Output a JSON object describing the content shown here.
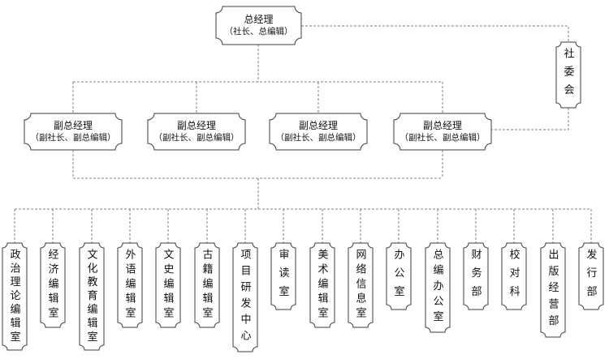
{
  "diagram": {
    "root": {
      "line1": "总经理",
      "line2": "（社长、总编辑）"
    },
    "committee": {
      "label": "社委会"
    },
    "deputies": [
      {
        "line1": "副总经理",
        "line2": "（副社长、副总编辑）"
      },
      {
        "line1": "副总经理",
        "line2": "（副社长、副总编辑）"
      },
      {
        "line1": "副总经理",
        "line2": "（副社长、副总编辑）"
      },
      {
        "line1": "副总经理",
        "line2": "（副社长、副总编辑）"
      }
    ],
    "departments": [
      {
        "label": "政治理论编辑室"
      },
      {
        "label": "经济编辑室"
      },
      {
        "label": "文化教育编辑室"
      },
      {
        "label": "外语编辑室"
      },
      {
        "label": "文史编辑室"
      },
      {
        "label": "古籍编辑室"
      },
      {
        "label": "项目研发中心"
      },
      {
        "label": "审读室"
      },
      {
        "label": "美术编辑室"
      },
      {
        "label": "网络信息室"
      },
      {
        "label": "办公室"
      },
      {
        "label": "总编办公室"
      },
      {
        "label": "财务部"
      },
      {
        "label": "校对科"
      },
      {
        "label": "出版经营部"
      },
      {
        "label": "发行部"
      }
    ],
    "colors": {
      "box_border": "#3d3d3d",
      "connector": "#7f7f7f",
      "text": "#111111",
      "background": "#ffffff"
    }
  }
}
